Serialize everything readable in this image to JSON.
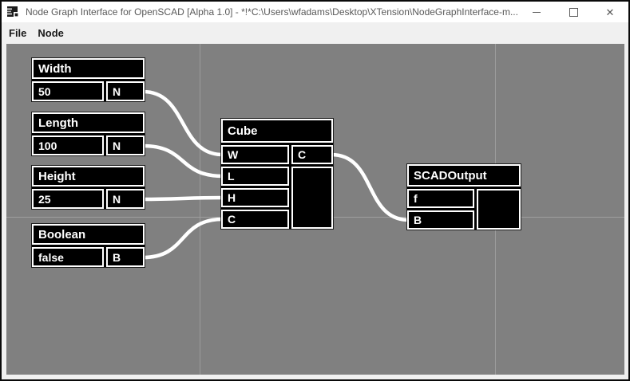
{
  "window": {
    "title": "Node Graph Interface for OpenSCAD [Alpha 1.0]  - *!*C:\\Users\\wfadams\\Desktop\\XTension\\NodeGraphInterface-m...",
    "icons": {
      "close_glyph": "✕"
    }
  },
  "menu": {
    "items": [
      {
        "label": "File"
      },
      {
        "label": "Node"
      }
    ]
  },
  "canvas": {
    "colors": {
      "background": "#808080",
      "grid_line": "#9b9b9b",
      "wire": "#ffffff",
      "node_background": "#000000",
      "node_border": "#ffffff",
      "node_text": "#ffffff"
    }
  },
  "nodes": {
    "width": {
      "title": "Width",
      "value": "50",
      "type": "N"
    },
    "length": {
      "title": "Length",
      "value": "100",
      "type": "N"
    },
    "height": {
      "title": "Height",
      "value": "25",
      "type": "N"
    },
    "boolean": {
      "title": "Boolean",
      "value": "false",
      "type": "B"
    },
    "cube": {
      "title": "Cube",
      "inputs": [
        "W",
        "L",
        "H",
        "C"
      ],
      "outputs": [
        "C"
      ]
    },
    "scadoutput": {
      "title": "SCADOutput",
      "inputs": [
        "f",
        "B"
      ],
      "outputs": []
    }
  },
  "connections": [
    {
      "from": "Width.N",
      "to": "Cube.W"
    },
    {
      "from": "Length.N",
      "to": "Cube.L"
    },
    {
      "from": "Height.N",
      "to": "Cube.H"
    },
    {
      "from": "Boolean.B",
      "to": "Cube.C"
    },
    {
      "from": "Cube.C",
      "to": "SCADOutput.B"
    }
  ]
}
